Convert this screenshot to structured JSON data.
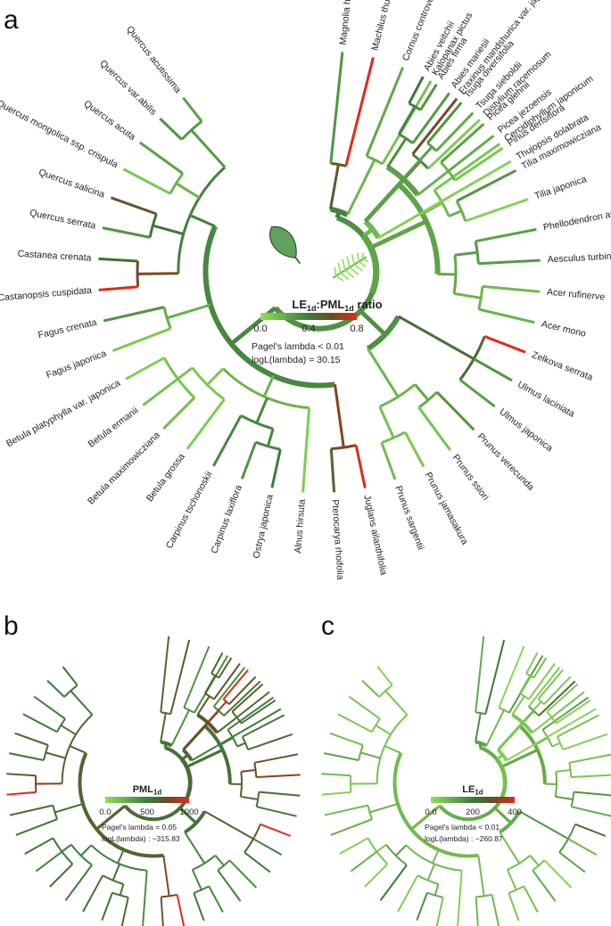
{
  "panels": {
    "a": {
      "letter": "a",
      "legend": {
        "title_main": "LE",
        "title_sub1": "1d",
        "title_mid": ":PML",
        "title_sub2": "1d",
        "title_end": " ratio",
        "ticks": [
          "0.0",
          "0.4",
          "0.8"
        ],
        "stats": [
          "Pagel's lambda < 0.01",
          "logL(lambda) = 30.15"
        ]
      },
      "species": [
        "Magnolia hypoleuca",
        "Machilus thunbergii",
        "Cornus controversa",
        "Kalopanax pictus",
        "Fraxinus mandshurica var. japonica",
        "Distylium racemosum",
        "Cercidiphyllum japonicum",
        "Tilia maximowicziana",
        "Tilia japonica",
        "Phellodendron amurense",
        "Aesculus turbinata",
        "Acer rufinerve",
        "Acer mono",
        "Zelkova serrata",
        "Ulmus laciniata",
        "Ulmus japonica",
        "Prunus verecunda",
        "Prunus ssiori",
        "Prunus jamasakura",
        "Prunus sargentii",
        "Juglans ailanthifolia",
        "Pterocarya rhoifolia",
        "Alnus hirsuta",
        "Ostrya japonica",
        "Carpinus laxiflora",
        "Carpinus tschonoskii",
        "Betula grossa",
        "Betula maximowicziana",
        "Betula ermanii",
        "Betula platyphylla var. japonica",
        "Fagus japonica",
        "Fagus crenata",
        "Castanopsis cuspidata",
        "Castanea crenata",
        "Quercus serrata",
        "Quercus salicina",
        "Quercus mongolica ssp. crispula",
        "Quercus acuta",
        "Quercus var.abilis",
        "Quercus acutissima",
        "Thujopsis dolabrata",
        "Pinus densiflora",
        "Picea jezoensis",
        "Picea glehnii",
        "Tsuga sieboldii",
        "Tsuga diversifolia",
        "Abies mariesii",
        "Abies firma",
        "Abies veitchii"
      ],
      "values": [
        0.3,
        0.8,
        0.22,
        0.12,
        0.62,
        0.08,
        0.1,
        0.3,
        0.06,
        0.25,
        0.28,
        0.15,
        0.18,
        0.82,
        0.3,
        0.25,
        0.3,
        0.12,
        0.1,
        0.14,
        0.78,
        0.5,
        0.08,
        0.4,
        0.3,
        0.35,
        0.08,
        0.14,
        0.12,
        0.07,
        0.09,
        0.3,
        0.8,
        0.45,
        0.3,
        0.55,
        0.1,
        0.24,
        0.3,
        0.25,
        0.06,
        0.1,
        0.2,
        0.25,
        0.22,
        0.3,
        0.28,
        0.3,
        0.42
      ]
    },
    "b": {
      "letter": "b",
      "legend": {
        "title_main": "PML",
        "title_sub": "1d",
        "ticks": [
          "0.0",
          "500",
          "1000"
        ],
        "stats": [
          "Pagel's lambda = 0.05",
          "logL(lambda) : −315.83"
        ]
      },
      "values": [
        600,
        680,
        380,
        420,
        400,
        520,
        460,
        540,
        610,
        700,
        820,
        560,
        520,
        980,
        470,
        520,
        400,
        460,
        420,
        500,
        990,
        640,
        400,
        560,
        540,
        560,
        480,
        580,
        460,
        500,
        520,
        560,
        1000,
        600,
        540,
        640,
        500,
        520,
        500,
        560,
        480,
        520,
        600,
        620,
        720,
        990,
        700,
        640,
        620
      ]
    },
    "c": {
      "letter": "c",
      "legend": {
        "title_main": "LE",
        "title_sub": "1d",
        "ticks": [
          "0.0",
          "200",
          "400"
        ],
        "stats": [
          "Pagel's lambda < 0.01",
          "logL(lambda) : −260.87"
        ]
      },
      "values": [
        110,
        210,
        20,
        140,
        40,
        230,
        120,
        60,
        30,
        60,
        50,
        150,
        110,
        230,
        80,
        120,
        30,
        100,
        60,
        50,
        80,
        70,
        30,
        50,
        160,
        40,
        200,
        30,
        90,
        30,
        100,
        70,
        30,
        70,
        120,
        60,
        50,
        60,
        70,
        30,
        20,
        30,
        60,
        40,
        50,
        50,
        40,
        60,
        40
      ]
    }
  }
}
